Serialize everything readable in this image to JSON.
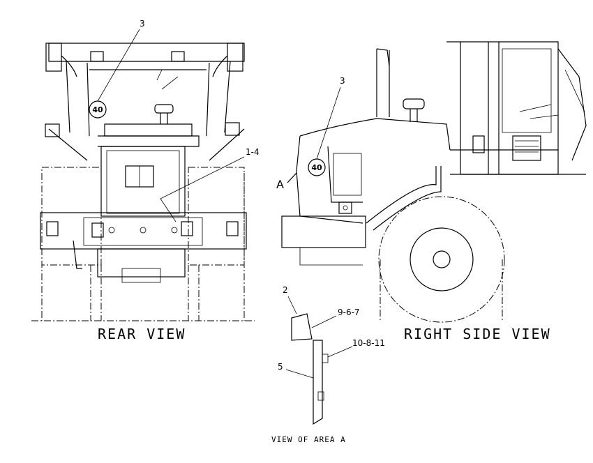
{
  "views": {
    "rear": {
      "title": "REAR VIEW"
    },
    "right_side": {
      "title": "RIGHT SIDE VIEW"
    },
    "area_a": {
      "title": "VIEW OF AREA A"
    }
  },
  "callouts": {
    "rear_3": "3",
    "rear_1_4": "1-4",
    "side_3": "3",
    "side_a": "A",
    "detail_2": "2",
    "detail_9_6_7": "9-6-7",
    "detail_10_8_11": "10-8-11",
    "detail_5": "5"
  },
  "badges": {
    "rear_speed": "40",
    "side_speed": "40"
  }
}
